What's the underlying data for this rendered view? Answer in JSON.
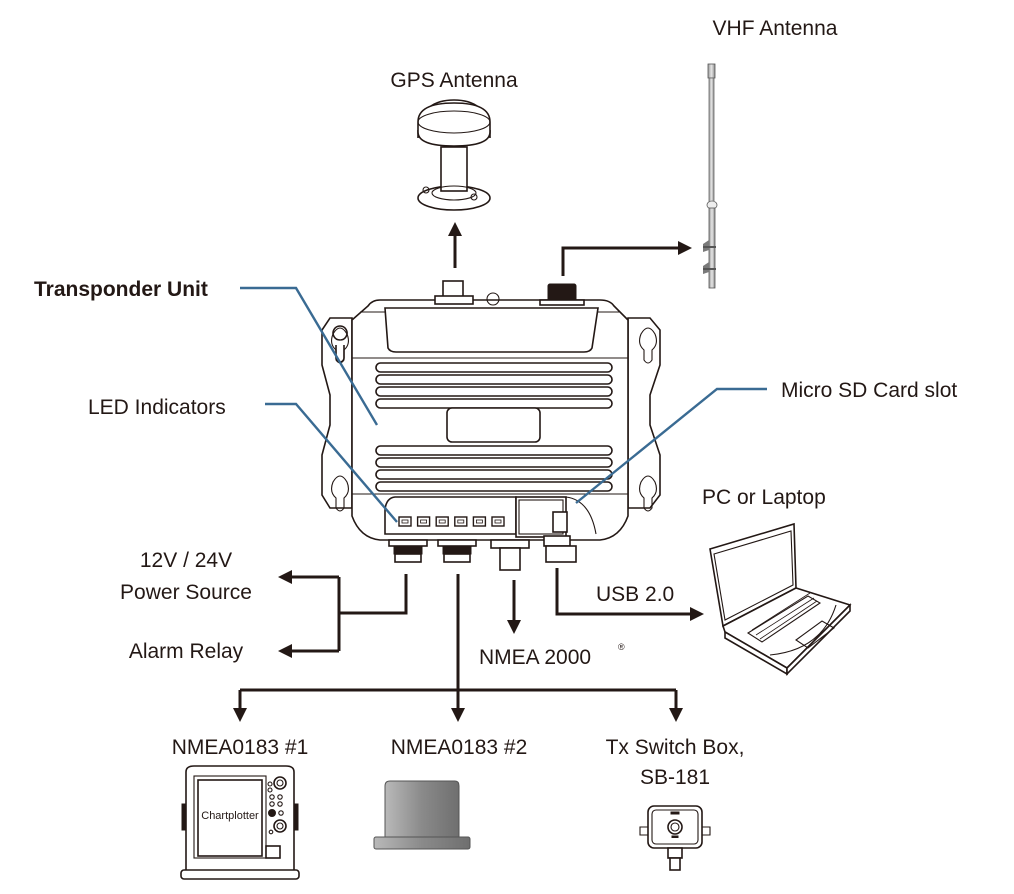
{
  "diagram": {
    "labels": {
      "gps_antenna": "GPS Antenna",
      "vhf_antenna": "VHF Antenna",
      "transponder_unit": "Transponder Unit",
      "led_indicators": "LED Indicators",
      "micro_sd_slot": "Micro SD Card slot",
      "pc_or_laptop": "PC or Laptop",
      "power_source_line1": "12V / 24V",
      "power_source_line2": "Power Source",
      "alarm_relay": "Alarm Relay",
      "usb": "USB 2.0",
      "nmea2000": "NMEA 2000",
      "nmea2000_mark": "®",
      "nmea0183_1": "NMEA0183 #1",
      "nmea0183_2": "NMEA0183 #2",
      "tx_switch_line1": "Tx Switch Box,",
      "tx_switch_line2": "SB-181",
      "chartplotter": "Chartplotter"
    },
    "colors": {
      "ink": "#231815",
      "callout": "#3a6b93",
      "background": "#ffffff"
    },
    "led_count": 6,
    "connections": [
      {
        "from": "Transponder Unit",
        "to": "GPS Antenna"
      },
      {
        "from": "Transponder Unit",
        "to": "VHF Antenna"
      },
      {
        "from": "Transponder Unit",
        "to": "12V / 24V Power Source"
      },
      {
        "from": "Transponder Unit",
        "to": "Alarm Relay"
      },
      {
        "from": "Transponder Unit",
        "to": "NMEA 2000"
      },
      {
        "from": "Transponder Unit",
        "to": "PC or Laptop",
        "via": "USB 2.0"
      },
      {
        "from": "Transponder Unit",
        "to": "NMEA0183 #1"
      },
      {
        "from": "Transponder Unit",
        "to": "NMEA0183 #2"
      },
      {
        "from": "Transponder Unit",
        "to": "Tx Switch Box, SB-181"
      }
    ]
  }
}
